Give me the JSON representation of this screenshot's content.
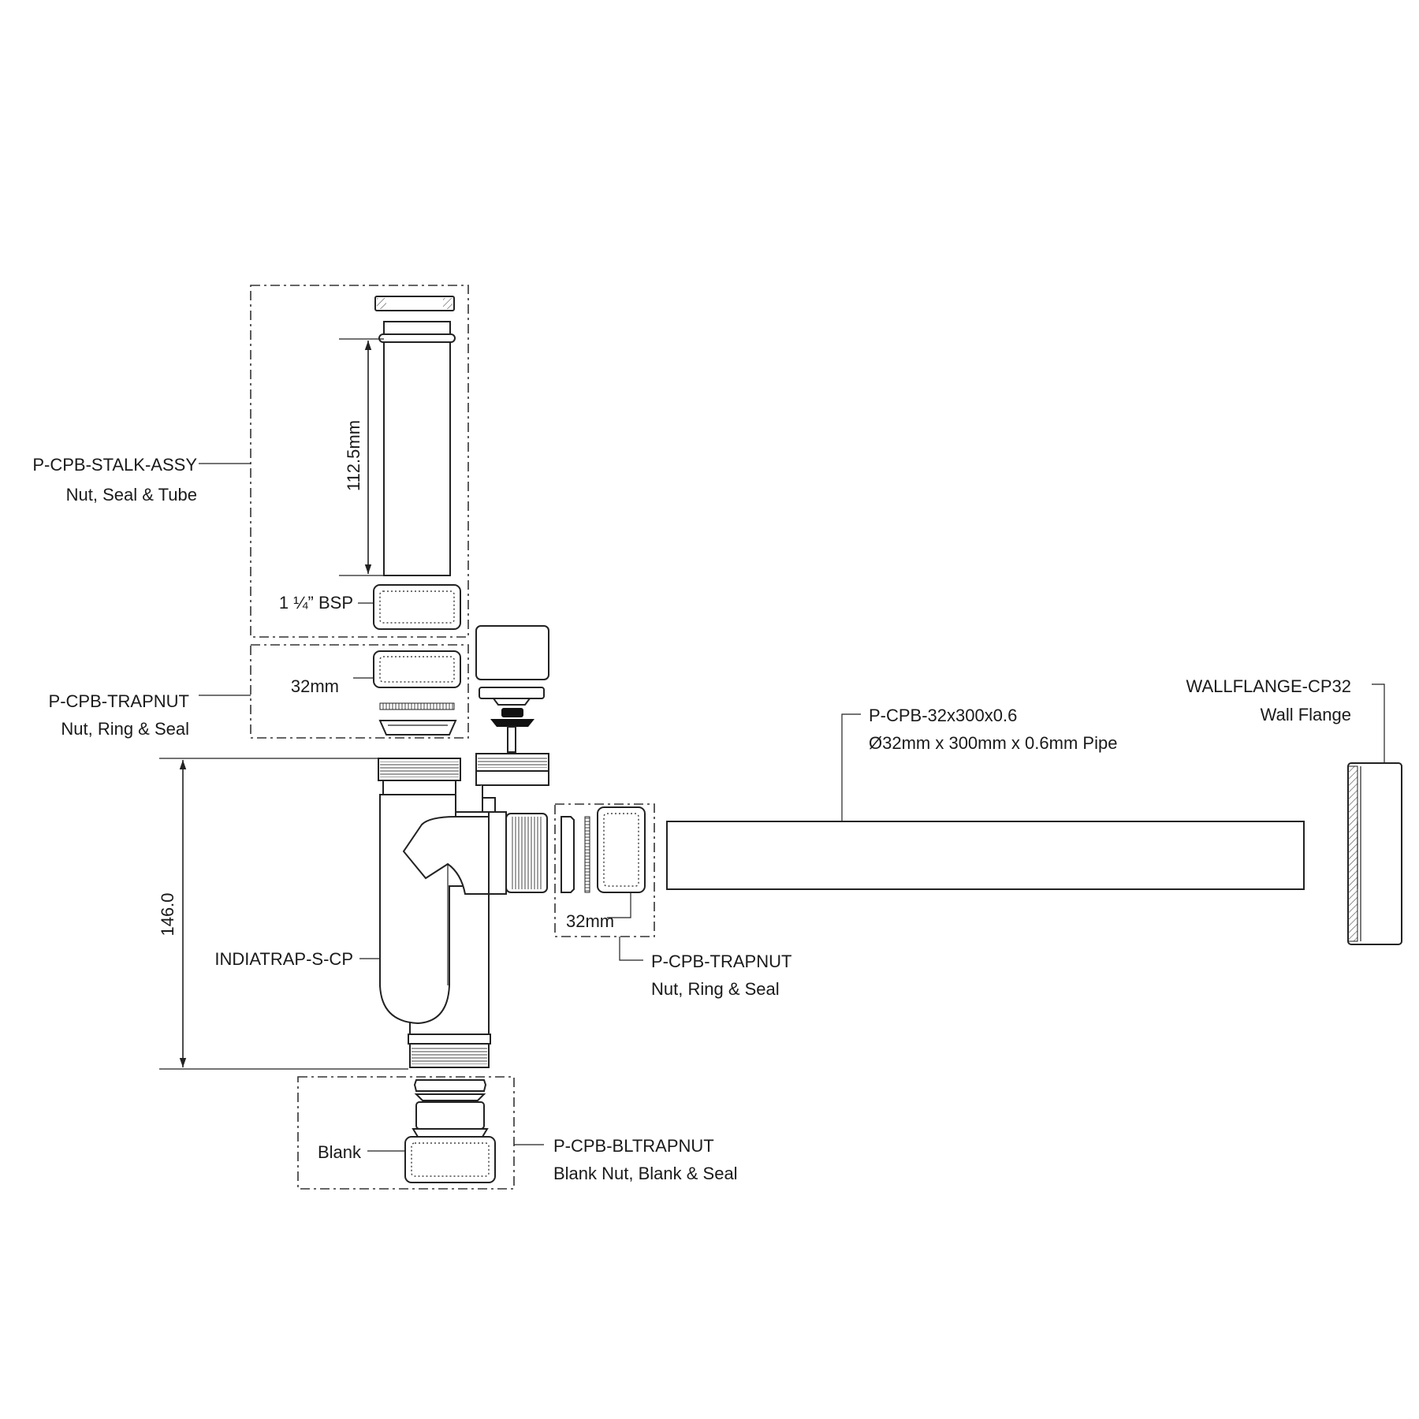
{
  "labels": {
    "stalk_code": "P-CPB-STALK-ASSY",
    "stalk_desc": "Nut, Seal & Tube",
    "stalk_length": "112.5mm",
    "stalk_thread": "1 ¼” BSP",
    "trapnut_top_code": "P-CPB-TRAPNUT",
    "trapnut_top_desc": "Nut, Ring & Seal",
    "trapnut_top_size": "32mm",
    "trap_height": "146.0",
    "trap_code": "INDIATRAP-S-CP",
    "trapnut_side_size": "32mm",
    "trapnut_side_code": "P-CPB-TRAPNUT",
    "trapnut_side_desc": "Nut, Ring & Seal",
    "pipe_code": "P-CPB-32x300x0.6",
    "pipe_desc": "Ø32mm x 300mm x 0.6mm Pipe",
    "flange_code": "WALLFLANGE-CP32",
    "flange_desc": "Wall Flange",
    "blank_label": "Blank",
    "bltrapnut_code": "P-CPB-BLTRAPNUT",
    "bltrapnut_desc": "Blank Nut, Blank & Seal"
  }
}
